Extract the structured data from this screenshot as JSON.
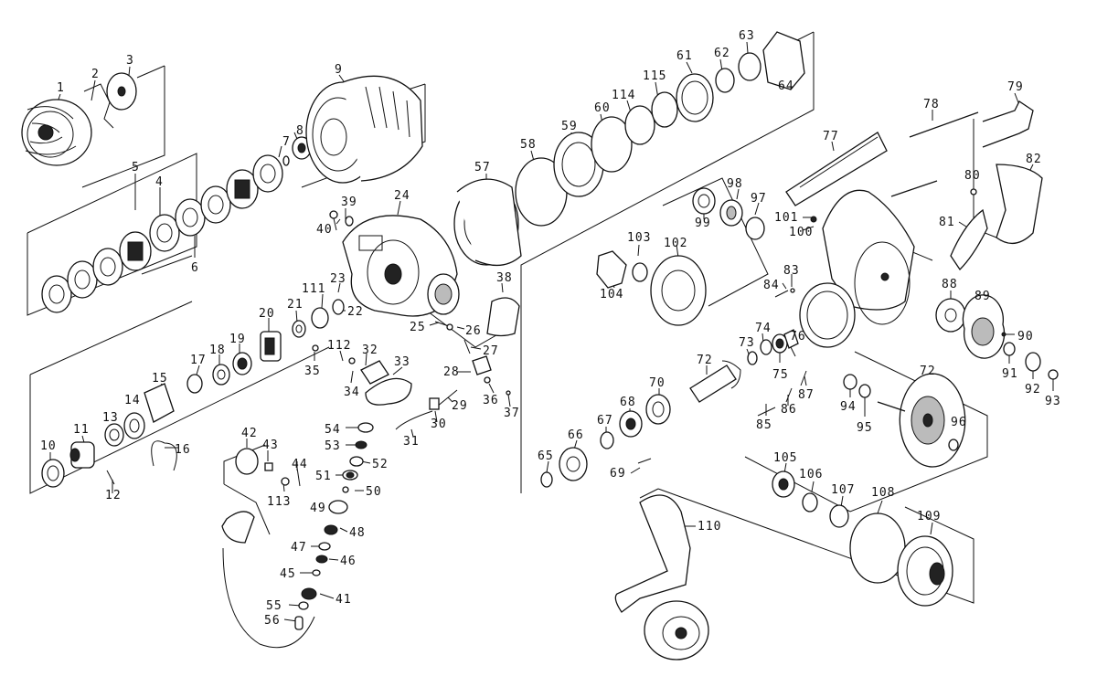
{
  "labels": {
    "1": "1",
    "2": "2",
    "3": "3",
    "4": "4",
    "5": "5",
    "6": "6",
    "7": "7",
    "8": "8",
    "9": "9",
    "10": "10",
    "11": "11",
    "12": "12",
    "13": "13",
    "14": "14",
    "15": "15",
    "16": "16",
    "17": "17",
    "18": "18",
    "19": "19",
    "20": "20",
    "21": "21",
    "22": "22",
    "23": "23",
    "24": "24",
    "25": "25",
    "26": "26",
    "27": "27",
    "28": "28",
    "29": "29",
    "30": "30",
    "31": "31",
    "32": "32",
    "33": "33",
    "34": "34",
    "35": "35",
    "36": "36",
    "37": "37",
    "38": "38",
    "39": "39",
    "40": "40",
    "41": "41",
    "42": "42",
    "43": "43",
    "44": "44",
    "45": "45",
    "46": "46",
    "47": "47",
    "48": "48",
    "49": "49",
    "50": "50",
    "51": "51",
    "52": "52",
    "53": "53",
    "54": "54",
    "55": "55",
    "56": "56",
    "57": "57",
    "58": "58",
    "59": "59",
    "60": "60",
    "61": "61",
    "62": "62",
    "63": "63",
    "64": "64",
    "65": "65",
    "66": "66",
    "67": "67",
    "68": "68",
    "69": "69",
    "70": "70",
    "72": "72",
    "73": "73",
    "74": "74",
    "75": "75",
    "76": "76",
    "77": "77",
    "78": "78",
    "79": "79",
    "80": "80",
    "81": "81",
    "82": "82",
    "83": "83",
    "84": "84",
    "85": "85",
    "86": "86",
    "87": "87",
    "88": "88",
    "89": "89",
    "90": "90",
    "91": "91",
    "92": "92",
    "93": "93",
    "94": "94",
    "95": "95",
    "96": "96",
    "97": "97",
    "98": "98",
    "99": "99",
    "100": "100",
    "101": "101",
    "102": "102",
    "103": "103",
    "104": "104",
    "105": "105",
    "106": "106",
    "107": "107",
    "108": "108",
    "109": "109",
    "110": "110",
    "111": "111",
    "112": "112",
    "113": "113",
    "114": "114",
    "115": "115"
  },
  "second_labels": {
    "72": "72"
  }
}
